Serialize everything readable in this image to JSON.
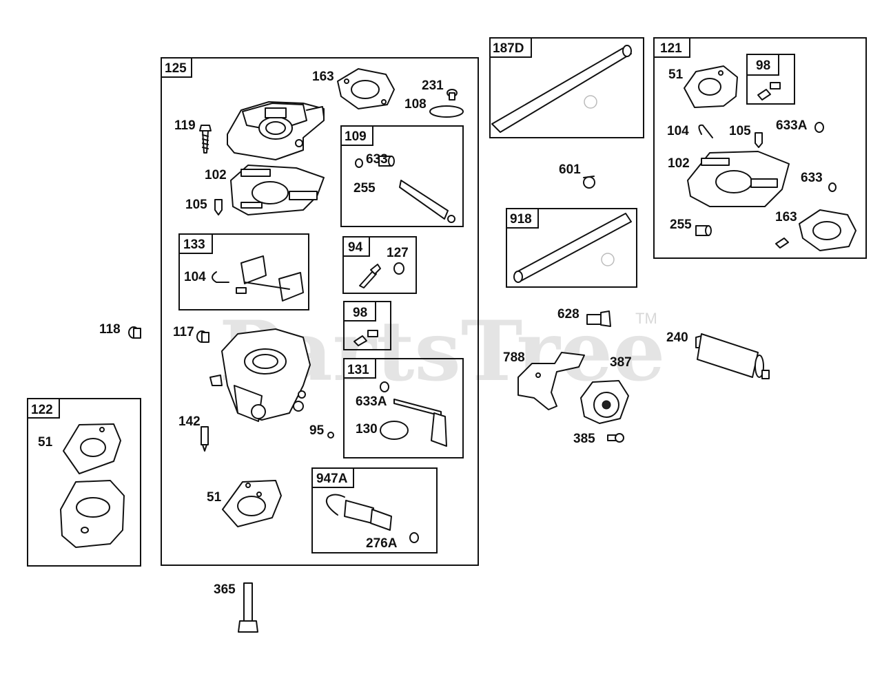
{
  "watermark": {
    "brand": "PartsTree",
    "trademark": "TM"
  },
  "kits": {
    "k125": "125",
    "k187D": "187D",
    "k121": "121",
    "k98a": "98",
    "k109": "109",
    "k133": "133",
    "k94": "94",
    "k98b": "98",
    "k918": "918",
    "k131": "131",
    "k122": "122",
    "k947A": "947A"
  },
  "callouts": {
    "c163a": "163",
    "c231": "231",
    "c108": "108",
    "c119": "119",
    "c633a": "633",
    "c255a": "255",
    "c102a": "102",
    "c105a": "105",
    "c104a": "104",
    "c127": "127",
    "c118": "118",
    "c117": "117",
    "c633Aa": "633A",
    "c130": "130",
    "c142": "142",
    "c95": "95",
    "c51a": "51",
    "c51b": "51",
    "c276A": "276A",
    "c365": "365",
    "c601": "601",
    "c628": "628",
    "c788": "788",
    "c387": "387",
    "c385": "385",
    "c240": "240",
    "c51c": "51",
    "c104b": "104",
    "c105b": "105",
    "c633Ab": "633A",
    "c102b": "102",
    "c633b": "633",
    "c255b": "255",
    "c163b": "163"
  }
}
